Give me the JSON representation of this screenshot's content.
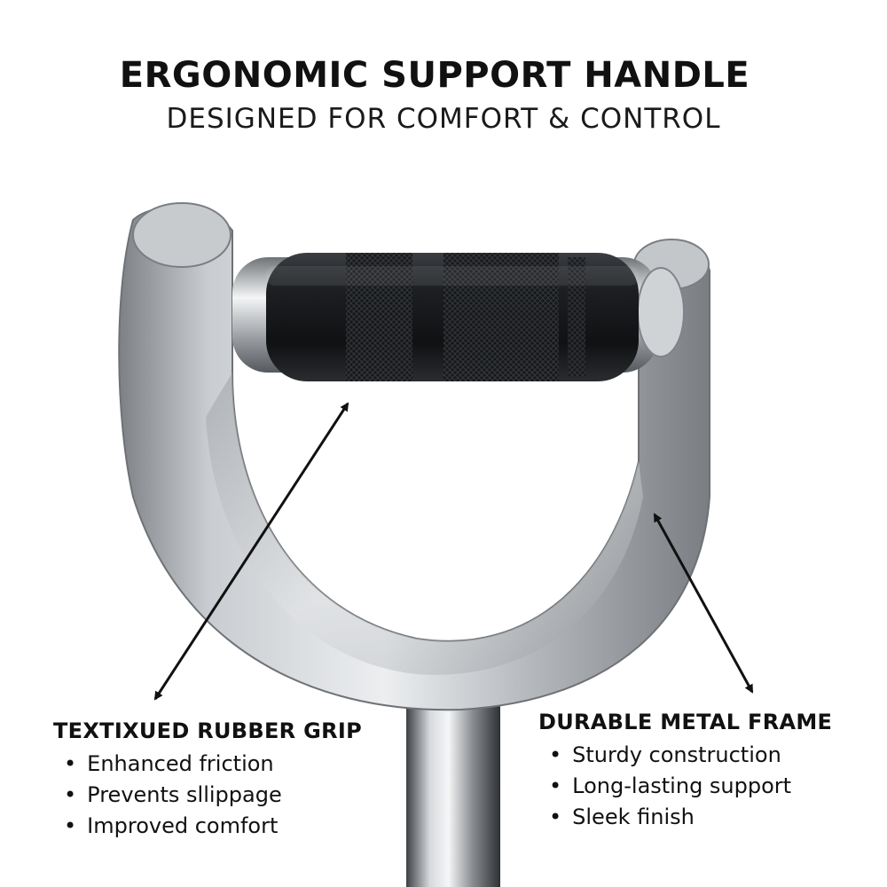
{
  "header": {
    "title": "ERGONOMIC SUPPORT HANDLE",
    "subtitle": "DESIGNED FOR COMFORT & CONTROL"
  },
  "features": {
    "grip": {
      "title": "TEXTIXUED RUBBER GRIP",
      "bullets": [
        "Enhanced friction",
        "Prevents sllippage",
        "Improved comfort"
      ]
    },
    "frame": {
      "title": "DURABLE METAL FRAME",
      "bullets": [
        "Sturdy construction",
        "Long-lasting support",
        "Sleek finish"
      ]
    }
  },
  "colors": {
    "text": "#111111",
    "metal": "#b9bcc0",
    "grip": "#1b1d20",
    "background": "#ffffff"
  }
}
